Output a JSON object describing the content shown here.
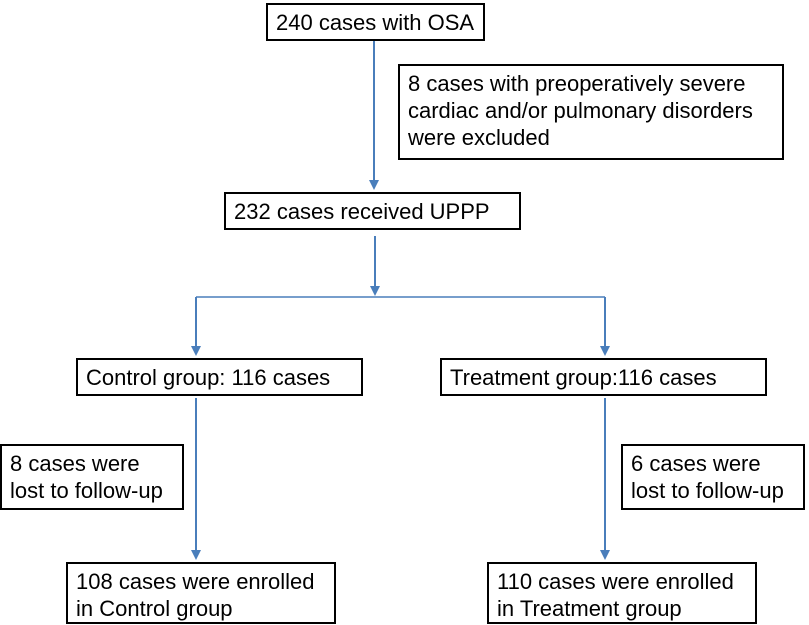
{
  "nodes": {
    "total": {
      "lines": [
        "240 cases with OSA"
      ]
    },
    "excluded": {
      "lines": [
        "8 cases with preoperatively severe",
        "cardiac and/or pulmonary disorders",
        "were excluded"
      ]
    },
    "uppp": {
      "lines": [
        "232 cases received UPPP"
      ]
    },
    "control": {
      "lines": [
        "Control group: 116 cases"
      ]
    },
    "treatment": {
      "lines": [
        "Treatment group:116 cases"
      ]
    },
    "control_lost": {
      "lines": [
        "8 cases were",
        "lost to follow-up"
      ]
    },
    "treatment_lost": {
      "lines": [
        "6 cases were",
        "lost to follow-up"
      ]
    },
    "control_enrolled": {
      "lines": [
        "108 cases were enrolled",
        "in Control group"
      ]
    },
    "treatment_enrolled": {
      "lines": [
        "110 cases were enrolled",
        "in Treatment group"
      ]
    }
  },
  "colors": {
    "arrow": "#4a7ebb",
    "box_border": "#000000"
  }
}
